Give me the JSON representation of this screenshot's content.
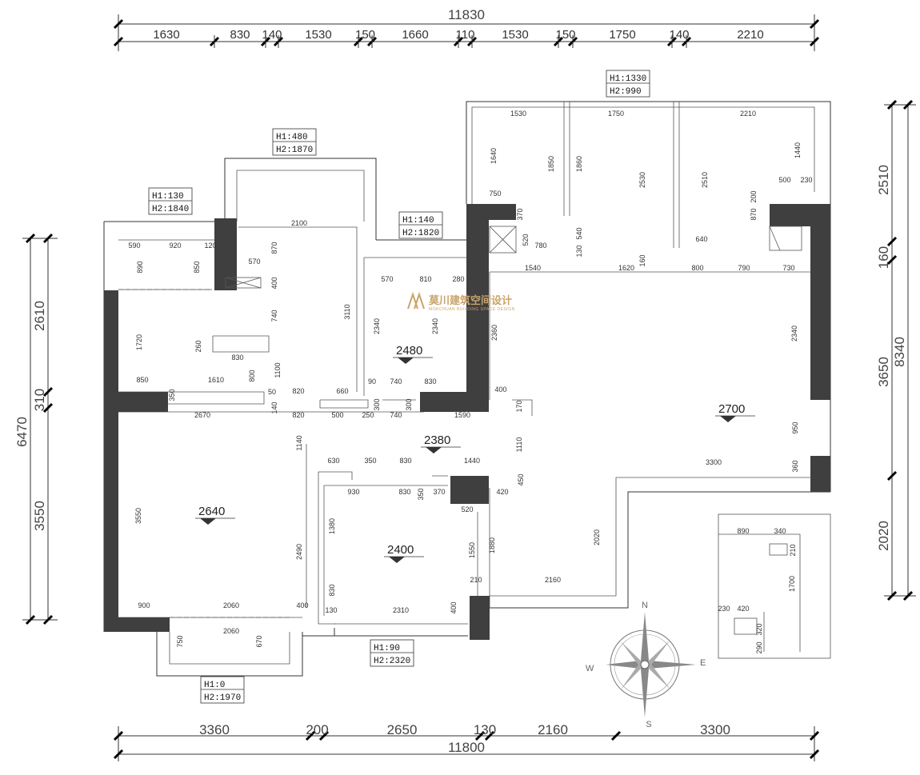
{
  "top_dims": {
    "total": "11830",
    "segments": [
      "1630",
      "830",
      "140",
      "1530",
      "150",
      "1660",
      "110",
      "1530",
      "150",
      "1750",
      "140",
      "2210"
    ]
  },
  "bottom_dims": {
    "total": "11800",
    "segments": [
      "3360",
      "200",
      "2650",
      "130",
      "2160",
      "3300"
    ]
  },
  "left_dims": {
    "total": "6470",
    "segments": [
      "2610",
      "310",
      "3550"
    ]
  },
  "right_dims": {
    "total": "8340",
    "segments": [
      "2510",
      "160",
      "3650",
      "2020"
    ]
  },
  "height_tags": [
    {
      "h1": "H1:1330",
      "h2": "H2:990"
    },
    {
      "h1": "H1:480",
      "h2": "H2:1870"
    },
    {
      "h1": "H1:130",
      "h2": "H2:1840"
    },
    {
      "h1": "H1:140",
      "h2": "H2:1820"
    },
    {
      "h1": "H1:90",
      "h2": "H2:2320"
    },
    {
      "h1": "H1:0",
      "h2": "H2:1970"
    }
  ],
  "levels": [
    "2480",
    "2700",
    "2380",
    "2640",
    "2400"
  ],
  "inner_dims": [
    "1530",
    "1750",
    "2210",
    "1640",
    "1850",
    "1860",
    "2530",
    "2510",
    "1440",
    "500",
    "230",
    "200",
    "870",
    "750",
    "370",
    "520",
    "780",
    "540",
    "130",
    "640",
    "1540",
    "1620",
    "800",
    "790",
    "730",
    "160",
    "2100",
    "870",
    "570",
    "400",
    "3110",
    "740",
    "1100",
    "590",
    "920",
    "120",
    "890",
    "850",
    "1720",
    "260",
    "830",
    "800",
    "850",
    "1610",
    "350",
    "50",
    "820",
    "660",
    "140",
    "570",
    "810",
    "280",
    "2340",
    "2340",
    "2360",
    "2340",
    "90",
    "740",
    "830",
    "300",
    "300",
    "400",
    "170",
    "2670",
    "820",
    "500",
    "250",
    "740",
    "1590",
    "1140",
    "630",
    "350",
    "830",
    "1440",
    "1110",
    "2380",
    "930",
    "830",
    "370",
    "520",
    "420",
    "450",
    "350",
    "1380",
    "2490",
    "3550",
    "1550",
    "1880",
    "2020",
    "3300",
    "360",
    "950",
    "2160",
    "210",
    "900",
    "2060",
    "400",
    "130",
    "830",
    "2310",
    "400",
    "750",
    "2060",
    "670",
    "890",
    "340",
    "210",
    "1700",
    "230",
    "420",
    "320",
    "290"
  ],
  "logo": {
    "title": "莫川建筑空间设计",
    "subtitle": "MOKCHUAN BUILDING SPACE DESIGN"
  },
  "compass": {
    "n": "N",
    "s": "S",
    "e": "E",
    "w": "W"
  }
}
